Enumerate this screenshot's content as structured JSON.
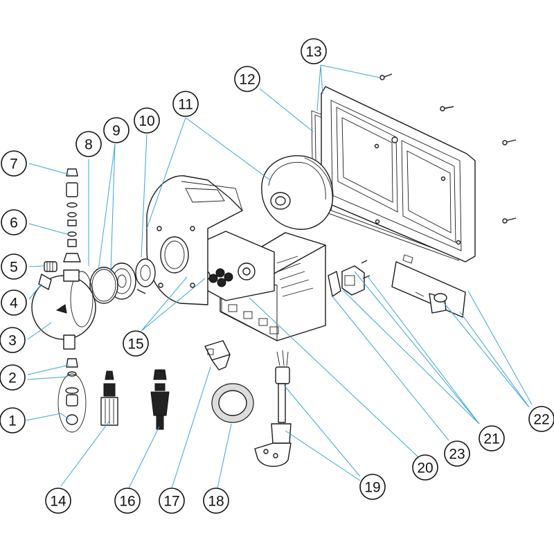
{
  "callouts": [
    {
      "label": "1"
    },
    {
      "label": "2"
    },
    {
      "label": "3"
    },
    {
      "label": "4"
    },
    {
      "label": "5"
    },
    {
      "label": "6"
    },
    {
      "label": "7"
    },
    {
      "label": "8"
    },
    {
      "label": "9"
    },
    {
      "label": "10"
    },
    {
      "label": "11"
    },
    {
      "label": "12"
    },
    {
      "label": "13"
    },
    {
      "label": "14"
    },
    {
      "label": "15"
    },
    {
      "label": "16"
    },
    {
      "label": "17"
    },
    {
      "label": "18"
    },
    {
      "label": "19"
    },
    {
      "label": "20"
    },
    {
      "label": "21"
    },
    {
      "label": "22"
    },
    {
      "label": "23"
    }
  ],
  "colors": {
    "leader": "#3aa3d6",
    "outline": "#1a1a1a",
    "background": "#ffffff"
  }
}
